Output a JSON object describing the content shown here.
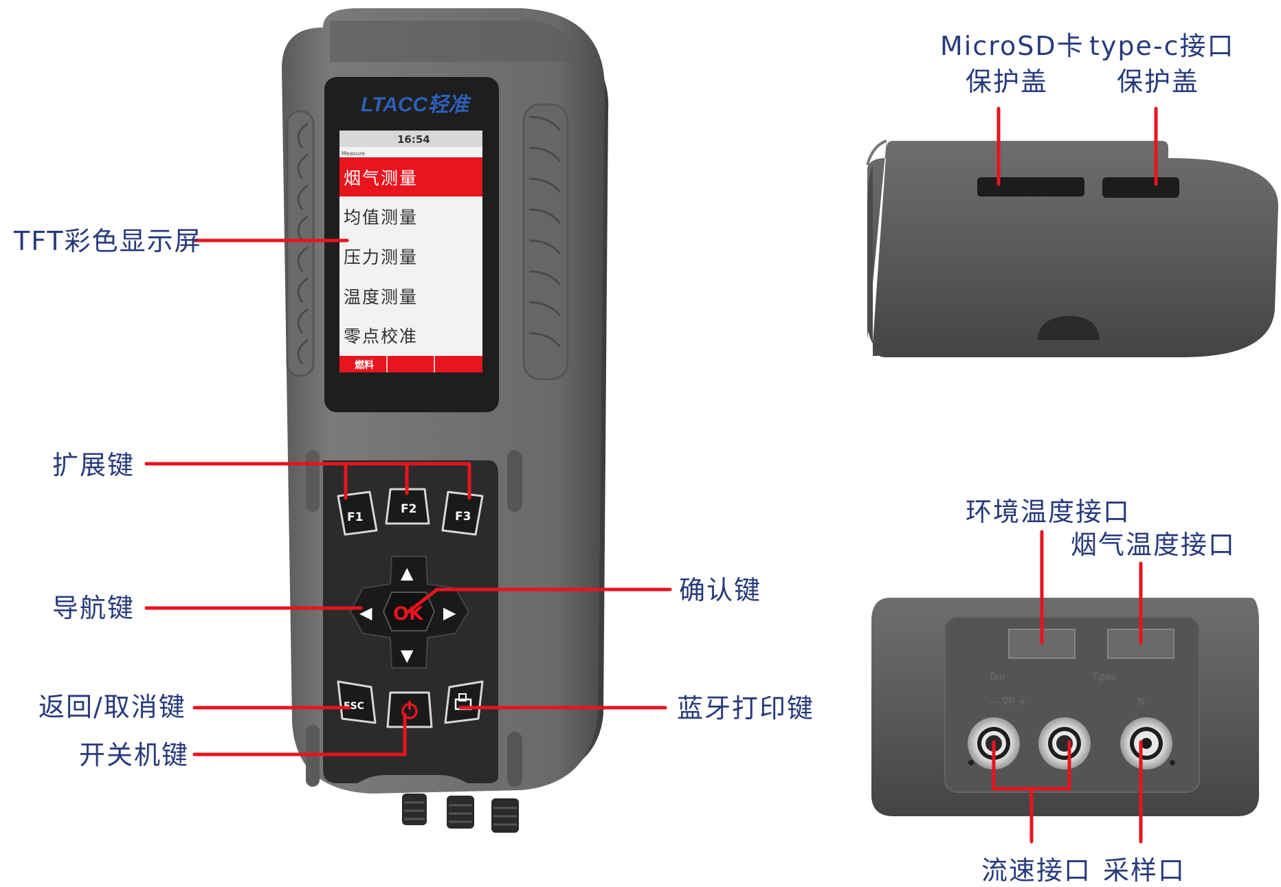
{
  "device": {
    "brand": "LTACC轻准",
    "status_time": "16:54",
    "menu_header": "Measure",
    "menu_items": [
      "烟气测量",
      "均值测量",
      "压力测量",
      "温度测量",
      "零点校准"
    ],
    "selected_index": 0,
    "softkey_bar": [
      "燃料",
      "",
      ""
    ],
    "keys": {
      "f1": "F1",
      "f2": "F2",
      "f3": "F3",
      "ok": "OK",
      "esc": "ESC",
      "up": "▲",
      "down": "▼",
      "left": "◀",
      "right": "▶"
    }
  },
  "callouts": {
    "display": "TFT彩色显示屏",
    "ext_keys": "扩展键",
    "nav_keys": "导航键",
    "confirm_key": "确认键",
    "back_key": "返回/取消键",
    "power_key": "开关机键",
    "bt_print_key": "蓝牙打印键",
    "microsd_line1": "MicroSD卡",
    "microsd_line2": "保护盖",
    "typec_line1": "type-c接口",
    "typec_line2": "保护盖",
    "ambient_temp": "环境温度接口",
    "flue_temp": "烟气温度接口",
    "flow_port": "流速接口",
    "sample_port": "采样口"
  },
  "bottom_view": {
    "t_air": "Tair",
    "t_gas": "Tgas",
    "pressure_label": "— ∇P +",
    "n_label": "N"
  },
  "colors": {
    "label_text": "#263a7c",
    "leader": "#e8141e",
    "body": "#6c6c6c",
    "body_dark": "#3a3a3a",
    "keypad": "#2b2b2b",
    "screen_highlight": "#e8141e",
    "brand": "#2e5fb8"
  }
}
